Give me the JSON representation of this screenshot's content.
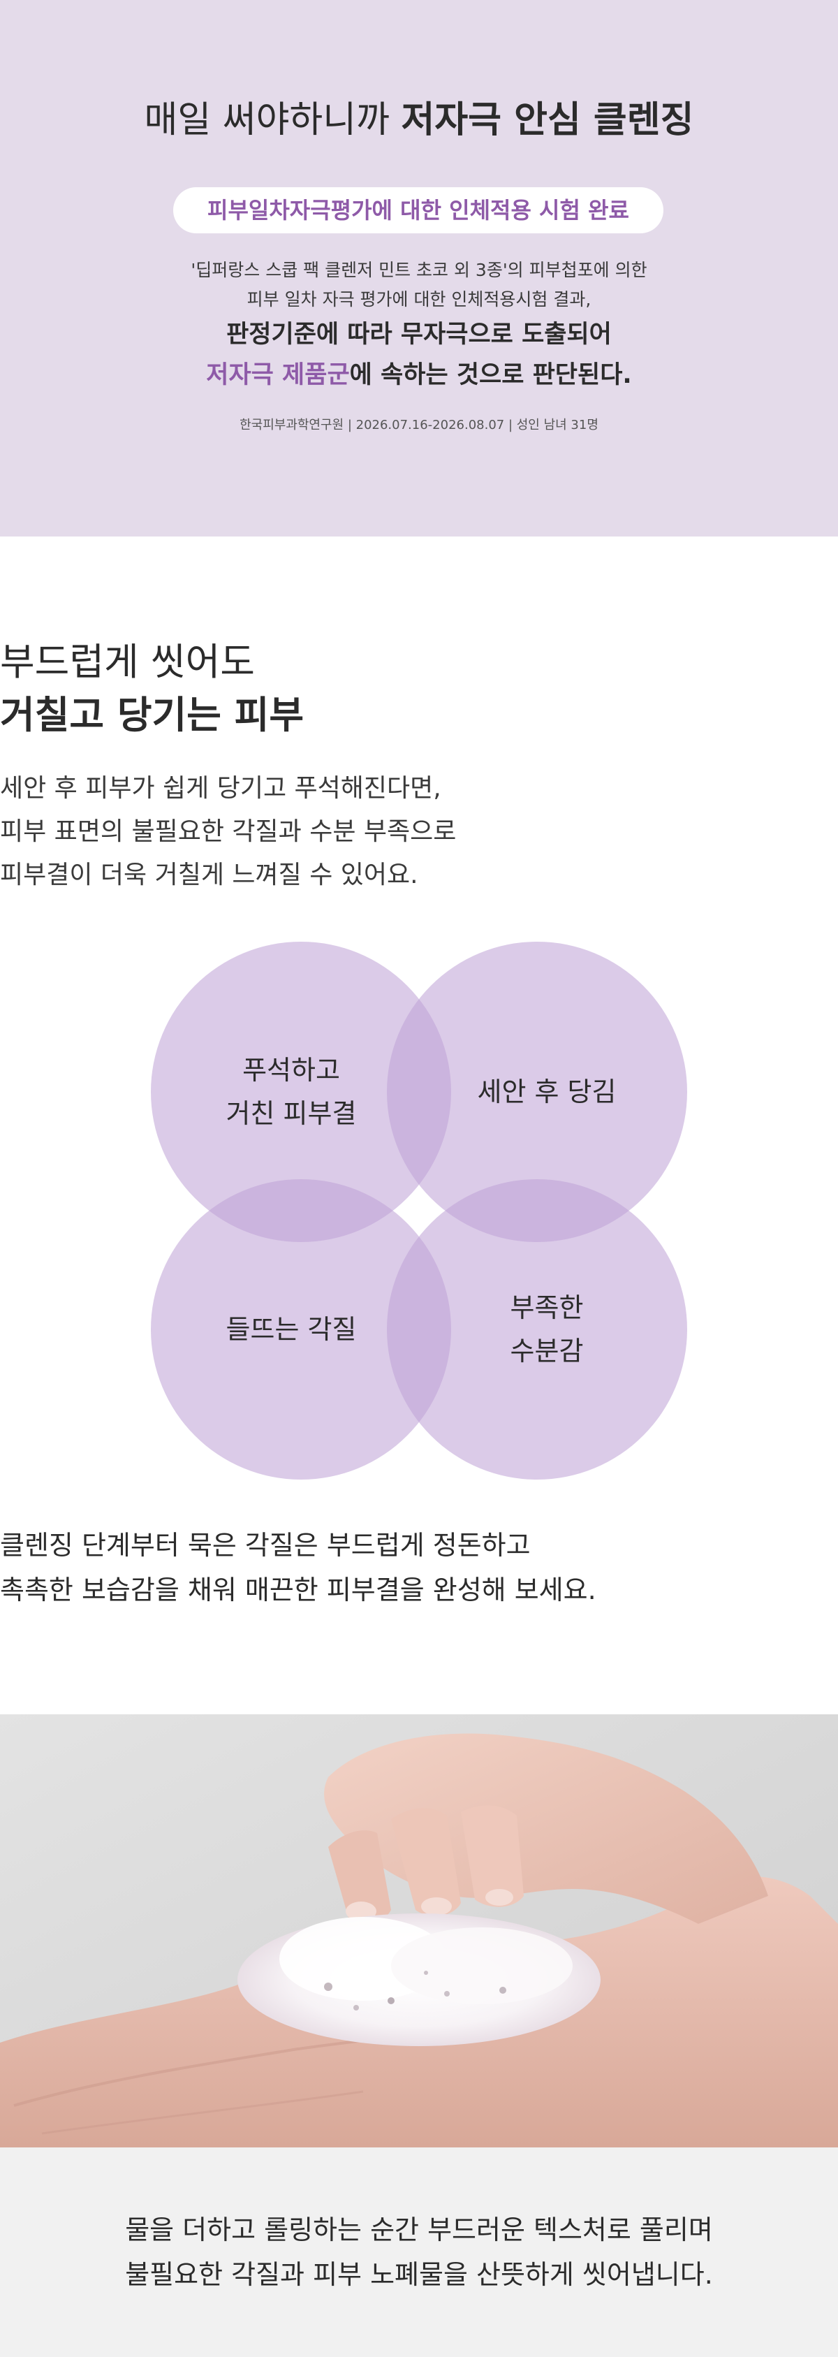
{
  "test_banner": {
    "headline_regular": "매일 써야하니까 ",
    "headline_bold": "저자극 안심 클렌징",
    "pill_text": "피부일차자극평가에 대한 인체적용 시험 완료",
    "lines": [
      "'딥퍼랑스 스쿱 팩 클렌저 민트 초코 외 3종'의 피부첩포에 의한",
      "피부 일차 자극 평가에 대한 인체적용시험 결과,"
    ],
    "strong_line1": "판정기준에 따라 무자극으로 도출되어",
    "strong_line2_highlight": "저자극 제품군",
    "strong_line2_rest": "에 속하는 것으로 판단된다.",
    "source": "한국피부과학연구원 | 2026.07.16-2026.08.07 | 성인 남녀 31명"
  },
  "problem": {
    "title_line1": "부드럽게 씻어도",
    "title_line2": "거칠고 당기는 피부",
    "description": [
      "세안 후 피부가 쉽게 당기고 푸석해진다면,",
      "피부 표면의 불필요한 각질과 수분 부족으로",
      "피부결이 더욱 거칠게 느껴질 수 있어요."
    ],
    "venn": [
      {
        "line1": "푸석하고",
        "line2": "거친 피부결"
      },
      {
        "line1": "세안 후 당김",
        "line2": ""
      },
      {
        "line1": "들뜨는 각질",
        "line2": ""
      },
      {
        "line1": "부족한",
        "line2": "수분감"
      }
    ],
    "closing": [
      "클렌징 단계부터 묵은 각질은 부드럽게 정돈하고",
      "촉촉한 보습감을 채워 매끈한 피부결을 완성해 보세요."
    ],
    "circle_color": "#bea3d6"
  },
  "caption": {
    "lines": [
      "물을 더하고 롤링하는 순간 부드러운 텍스처로 풀리며",
      "불필요한 각질과 피부 노폐물을 산뜻하게 씻어냅니다."
    ]
  },
  "colors": {
    "banner_bg": "#e4dbea",
    "accent_purple": "#8e5aa8",
    "caption_bg": "#f1f1f1"
  }
}
